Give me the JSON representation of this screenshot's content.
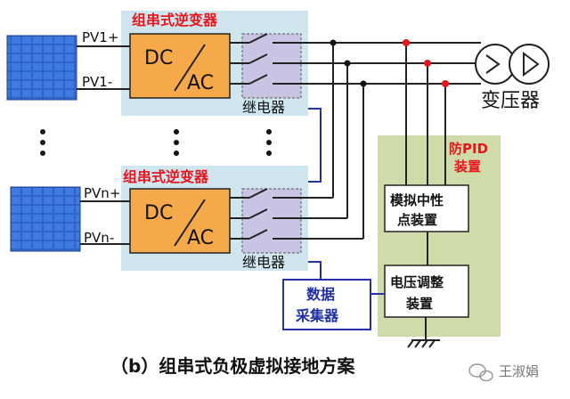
{
  "inverter_top": {
    "title": "组串式逆变器",
    "dc": "DC",
    "ac": "AC",
    "relay": "继电器",
    "pv_plus": "PV1+",
    "pv_minus": "PV1-"
  },
  "inverter_bottom": {
    "title": "组串式逆变器",
    "dc": "DC",
    "ac": "AC",
    "relay": "继电器",
    "pv_plus": "PVn+",
    "pv_minus": "PVn-"
  },
  "transformer": {
    "label": "变压器"
  },
  "pid_device": {
    "title_line1": "防PID",
    "title_line2": "装置"
  },
  "neutral_box": {
    "line1": "模拟中性",
    "line2": "点装置"
  },
  "voltage_box": {
    "line1": "电压调整",
    "line2": "装置"
  },
  "data_collector": {
    "line1": "数据",
    "line2": "采集器"
  },
  "caption": "（b）组串式负极虚拟接地方案",
  "watermark": "王淑娟",
  "colors": {
    "accent_red": "#e8141b",
    "box_fill": "#cfe6ef",
    "pid_fill": "#cfdcaa",
    "signal_blue": "#2630a8"
  }
}
